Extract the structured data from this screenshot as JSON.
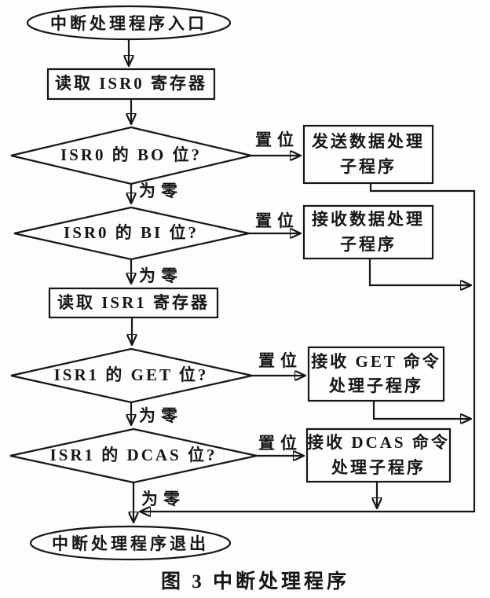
{
  "figure": {
    "caption": "图 3 中断处理程序",
    "colors": {
      "background": "#fdfdfc",
      "ink": "#161616"
    }
  },
  "flowchart": {
    "start": {
      "label": "中断处理程序入口",
      "shape": "ellipse"
    },
    "read_isr0": {
      "label": "读取 ISR0 寄存器",
      "shape": "rect"
    },
    "decision_bo": {
      "label": "ISR0 的 BO 位?",
      "shape": "diamond"
    },
    "decision_bi": {
      "label": "ISR0 的 BI 位?",
      "shape": "diamond"
    },
    "read_isr1": {
      "label": "读取 ISR1 寄存器",
      "shape": "rect"
    },
    "decision_get": {
      "label": "ISR1 的 GET 位?",
      "shape": "diamond"
    },
    "decision_dcas": {
      "label": "ISR1 的 DCAS 位?",
      "shape": "diamond"
    },
    "sub_send_data": {
      "label": "发送数据处理\n子程序",
      "shape": "rect"
    },
    "sub_recv_data": {
      "label": "接收数据处理\n子程序",
      "shape": "rect"
    },
    "sub_recv_get": {
      "label": "接收 GET 命令\n处理子程序",
      "shape": "rect"
    },
    "sub_recv_dcas": {
      "label": "接收 DCAS 命令\n处理子程序",
      "shape": "rect"
    },
    "end": {
      "label": "中断处理程序退出",
      "shape": "ellipse"
    },
    "edge_labels": {
      "set": "置位",
      "zero": "为零"
    }
  }
}
